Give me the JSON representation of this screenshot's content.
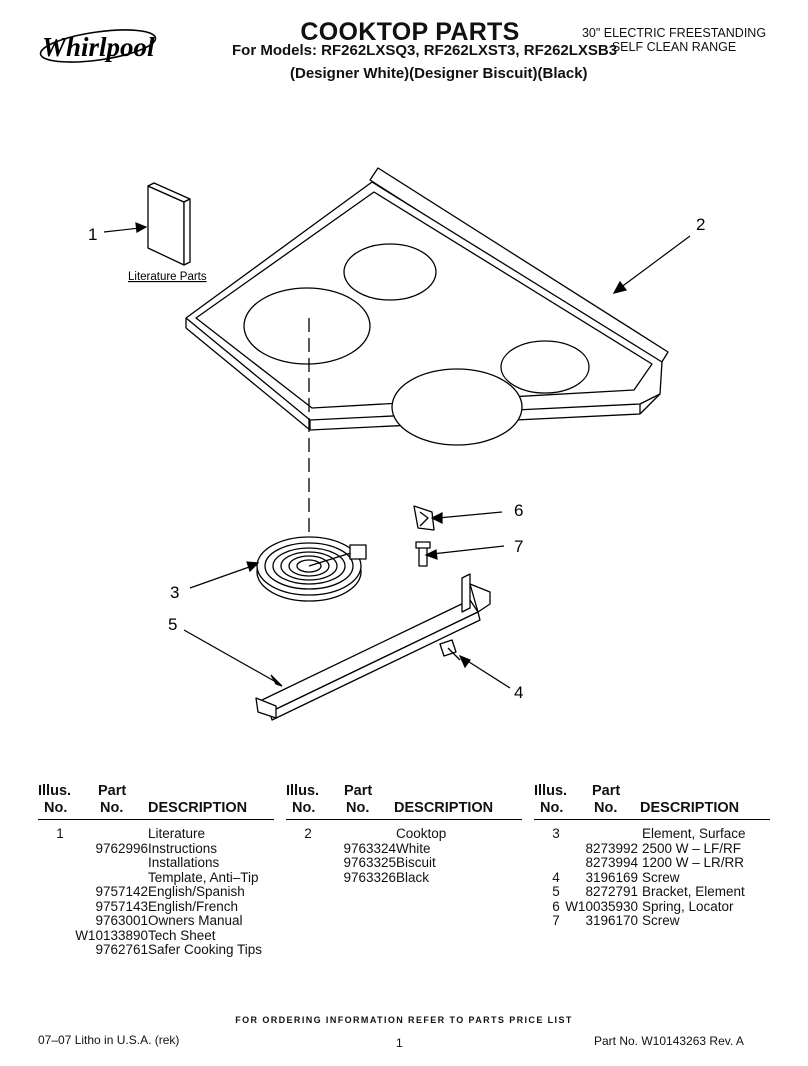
{
  "header": {
    "brand": "Whirlpool",
    "title": "COOKTOP PARTS",
    "models": "For Models: RF262LXSQ3, RF262LXST3, RF262LXSB3",
    "colors": "(Designer White)(Designer Biscuit)(Black)",
    "range_type_line1": "30\" ELECTRIC FREESTANDING",
    "range_type_line2": "SELF CLEAN RANGE"
  },
  "diagram": {
    "labels": [
      "1",
      "2",
      "3",
      "4",
      "5",
      "6",
      "7"
    ],
    "literature_caption": "Literature Parts"
  },
  "table": {
    "headers": {
      "illus1": "Illus.",
      "illus2": "No.",
      "part1": "Part",
      "part2": "No.",
      "desc": "DESCRIPTION"
    },
    "col1": [
      {
        "illus": "1",
        "part": "",
        "desc": "Literature"
      },
      {
        "illus": "",
        "part": "9762996",
        "desc": "Instructions"
      },
      {
        "illus": "",
        "part": "",
        "desc": "Installations"
      },
      {
        "illus": "",
        "part": "",
        "desc": "Template, Anti–Tip"
      },
      {
        "illus": "",
        "part": "9757142",
        "desc": "English/Spanish"
      },
      {
        "illus": "",
        "part": "9757143",
        "desc": "English/French"
      },
      {
        "illus": "",
        "part": "9763001",
        "desc": "Owners Manual"
      },
      {
        "illus": "",
        "part": "W10133890",
        "desc": "Tech Sheet"
      },
      {
        "illus": "",
        "part": "9762761",
        "desc": "Safer Cooking Tips"
      }
    ],
    "col2": [
      {
        "illus": "2",
        "part": "",
        "desc": "Cooktop"
      },
      {
        "illus": "",
        "part": "9763324",
        "desc": "White"
      },
      {
        "illus": "",
        "part": "9763325",
        "desc": "Biscuit"
      },
      {
        "illus": "",
        "part": "9763326",
        "desc": "Black"
      }
    ],
    "col3": [
      {
        "illus": "3",
        "part": "",
        "desc": "Element, Surface"
      },
      {
        "illus": "",
        "part": "8273992",
        "desc": "2500 W – LF/RF"
      },
      {
        "illus": "",
        "part": "8273994",
        "desc": "1200 W – LR/RR"
      },
      {
        "illus": "4",
        "part": "3196169",
        "desc": "Screw"
      },
      {
        "illus": "5",
        "part": "8272791",
        "desc": "Bracket, Element"
      },
      {
        "illus": "6",
        "part": "W10035930",
        "desc": "Spring, Locator"
      },
      {
        "illus": "7",
        "part": "3196170",
        "desc": "Screw"
      }
    ]
  },
  "footer": {
    "ordering": "FOR ORDERING INFORMATION REFER TO PARTS PRICE LIST",
    "litho": "07–07 Litho in U.S.A. (rek)",
    "page": "1",
    "part_no": "Part No. W10143263 Rev. A"
  }
}
